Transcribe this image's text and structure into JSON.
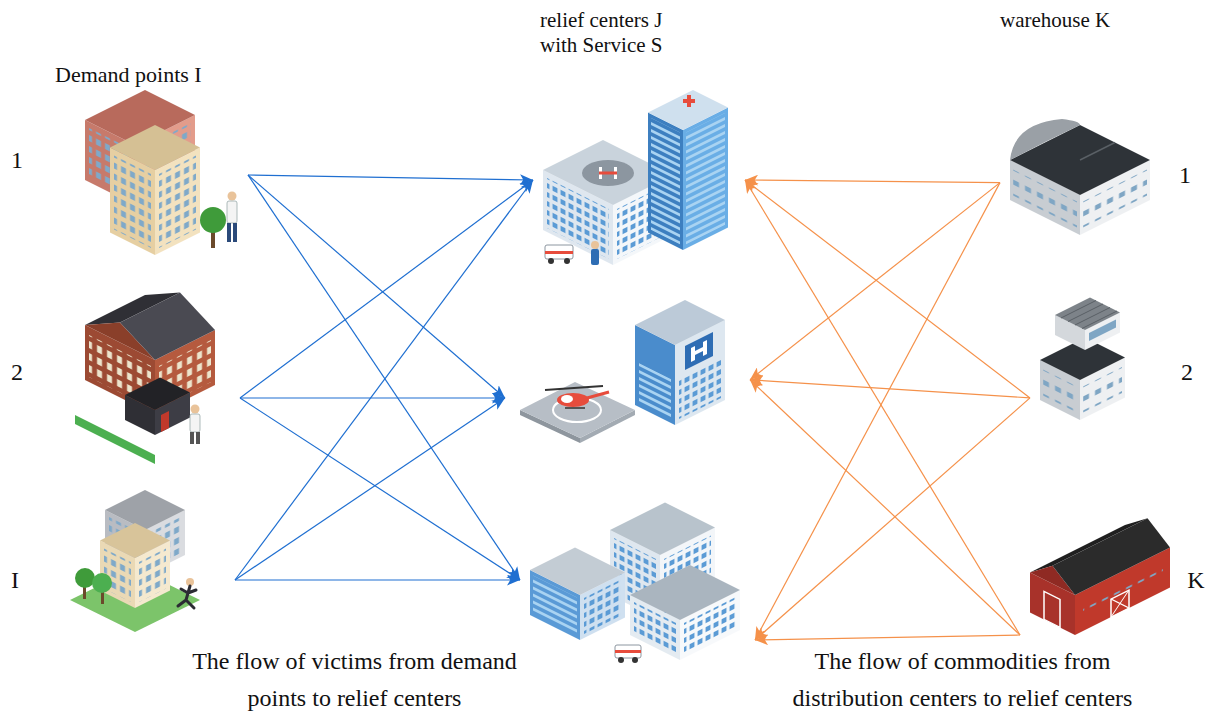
{
  "diagram": {
    "nodes": [
      {
        "text": [
          "1"
        ]
      },
      {
        "text": [
          "2"
        ]
      },
      {
        "text": [
          "I"
        ]
      },
      {
        "text": []
      },
      {
        "text": []
      },
      {
        "text": []
      },
      {
        "text": [
          "1"
        ]
      },
      {
        "text": [
          "2"
        ]
      },
      {
        "text": [
          "K"
        ]
      }
    ],
    "edges": [
      {
        "from": 0,
        "to": 3,
        "arrow": "to"
      },
      {
        "from": 0,
        "to": 4,
        "arrow": "to"
      },
      {
        "from": 0,
        "to": 5,
        "arrow": "to"
      },
      {
        "from": 1,
        "to": 3,
        "arrow": "to"
      },
      {
        "from": 1,
        "to": 4,
        "arrow": "to"
      },
      {
        "from": 1,
        "to": 5,
        "arrow": "to"
      },
      {
        "from": 2,
        "to": 3,
        "arrow": "to"
      },
      {
        "from": 2,
        "to": 4,
        "arrow": "to"
      },
      {
        "from": 2,
        "to": 5,
        "arrow": "to"
      },
      {
        "from": 6,
        "to": 3,
        "arrow": "to"
      },
      {
        "from": 6,
        "to": 4,
        "arrow": "to"
      },
      {
        "from": 6,
        "to": 5,
        "arrow": "to"
      },
      {
        "from": 7,
        "to": 3,
        "arrow": "to"
      },
      {
        "from": 7,
        "to": 4,
        "arrow": "to"
      },
      {
        "from": 7,
        "to": 5,
        "arrow": "to"
      },
      {
        "from": 8,
        "to": 3,
        "arrow": "to"
      },
      {
        "from": 8,
        "to": 4,
        "arrow": "to"
      },
      {
        "from": 8,
        "to": 5,
        "arrow": "to"
      }
    ],
    "labels": [
      "Demand points I",
      "relief centers J with Service S",
      "warehouse K",
      "The flow of victims from demand points to relief centers",
      "The flow of commodities from distribution centers to relief centers"
    ]
  }
}
